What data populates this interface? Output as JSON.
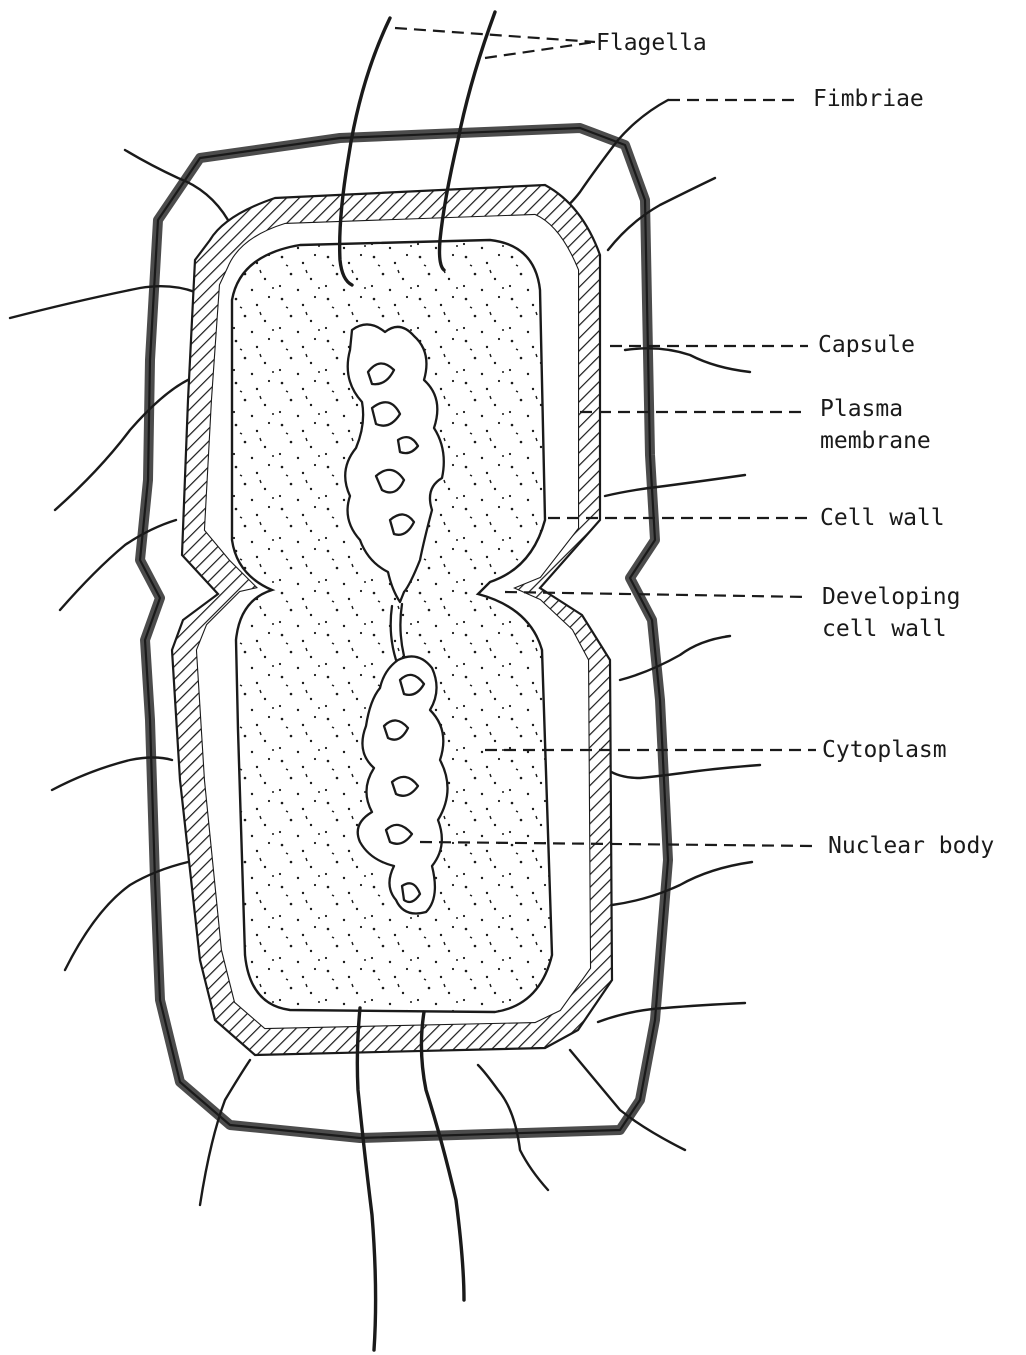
{
  "labels": {
    "flagella": "Flagella",
    "fimbriae": "Fimbriae",
    "capsule": "Capsule",
    "plasma_membrane_line1": "Plasma",
    "plasma_membrane_line2": "membrane",
    "cell_wall": "Cell wall",
    "developing_cell_wall_line1": "Developing",
    "developing_cell_wall_line2": "cell wall",
    "cytoplasm": "Cytoplasm",
    "nuclear_body": "Nuclear body"
  },
  "colors": {
    "ink": "#1a1a1a",
    "background": "#ffffff"
  }
}
